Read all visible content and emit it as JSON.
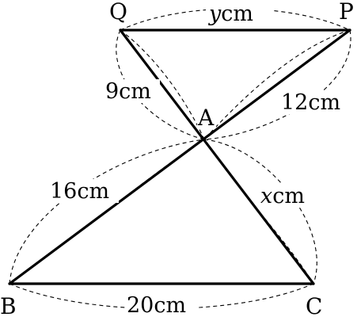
{
  "vertices": {
    "Q": "Q",
    "P": "P",
    "A": "A",
    "B": "B",
    "C": "C"
  },
  "measures": {
    "QP": {
      "var": "y",
      "unit": "cm"
    },
    "QA": {
      "text": "9cm"
    },
    "AP": {
      "text": "12cm"
    },
    "BA": {
      "text": "16cm"
    },
    "AC": {
      "var": "x",
      "unit": "cm"
    },
    "BC": {
      "text": "20cm"
    }
  }
}
